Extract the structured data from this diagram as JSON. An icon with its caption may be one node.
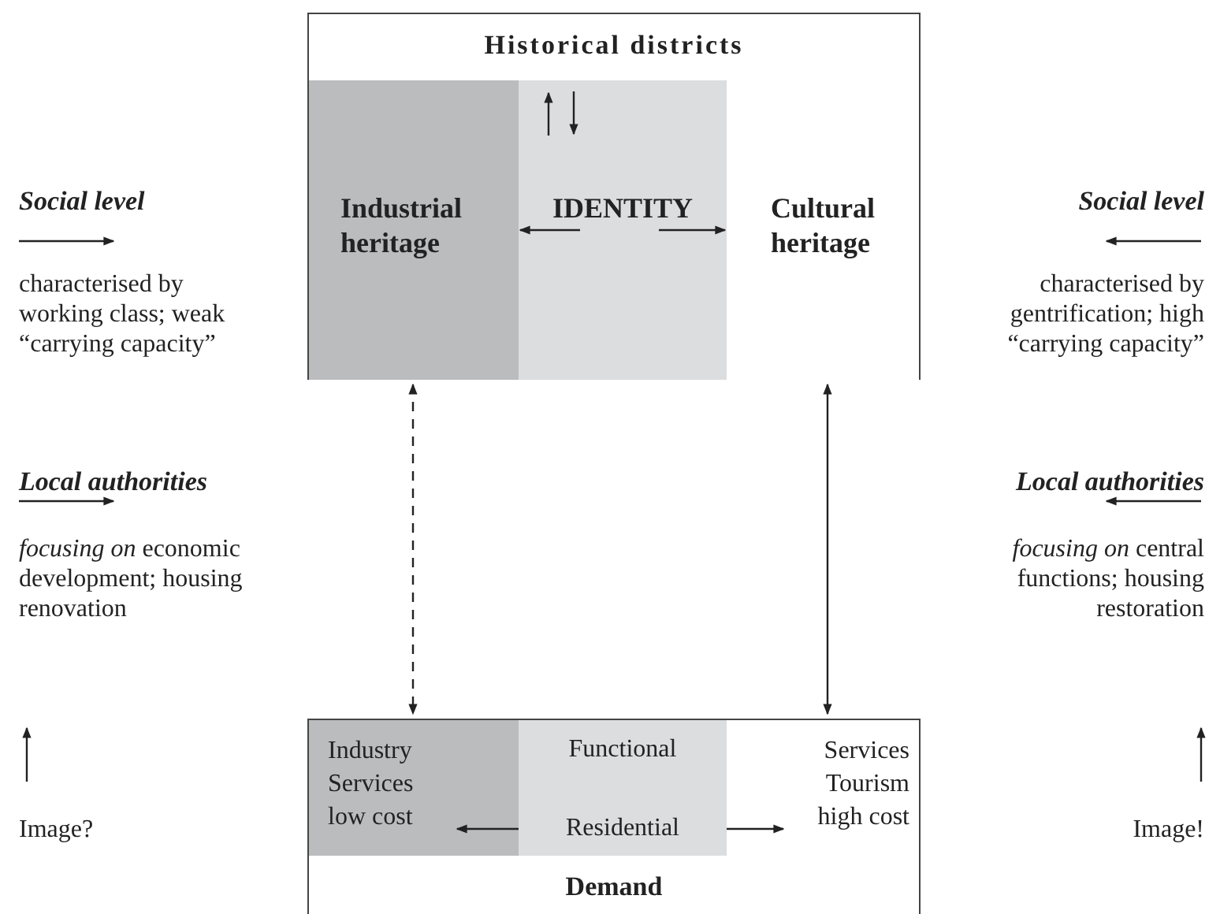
{
  "diagram": {
    "nodes": [
      {
        "text": [
          "Historical districts"
        ]
      },
      {
        "text": [
          "Industrial heritage"
        ],
        "in": 0
      },
      {
        "text": [
          "IDENTITY"
        ],
        "in": 0
      },
      {
        "text": [
          "Cultural heritage"
        ],
        "in": 0
      },
      {
        "text": [
          "Demand"
        ]
      },
      {
        "text": [
          "Industry Services low cost"
        ],
        "in": 4
      },
      {
        "text": [
          "Functional",
          "Residential"
        ],
        "in": 4
      },
      {
        "text": [
          "Services Tourism high cost"
        ],
        "in": 4
      }
    ],
    "edges": [
      {
        "from": 1,
        "to": 5,
        "arrow": "both",
        "style": "dashed"
      },
      {
        "from": 3,
        "to": 7,
        "arrow": "both"
      },
      {
        "from": 6,
        "to": 5,
        "arrow": "to"
      },
      {
        "from": 6,
        "to": 7,
        "arrow": "to"
      },
      {
        "from": 2,
        "to": 1,
        "arrow": "to"
      },
      {
        "from": 2,
        "to": 3,
        "arrow": "to"
      }
    ],
    "labels": [
      "Social level",
      "Social level",
      "characterised by working class; weak “carrying capacity”",
      "characterised by gentrification; high “carrying capacity”",
      "Local authorities",
      "Local authorities",
      "*focusing on* economic development; housing renovation",
      "*focusing on* central functions; housing restoration",
      "Image?",
      "Image!"
    ]
  }
}
